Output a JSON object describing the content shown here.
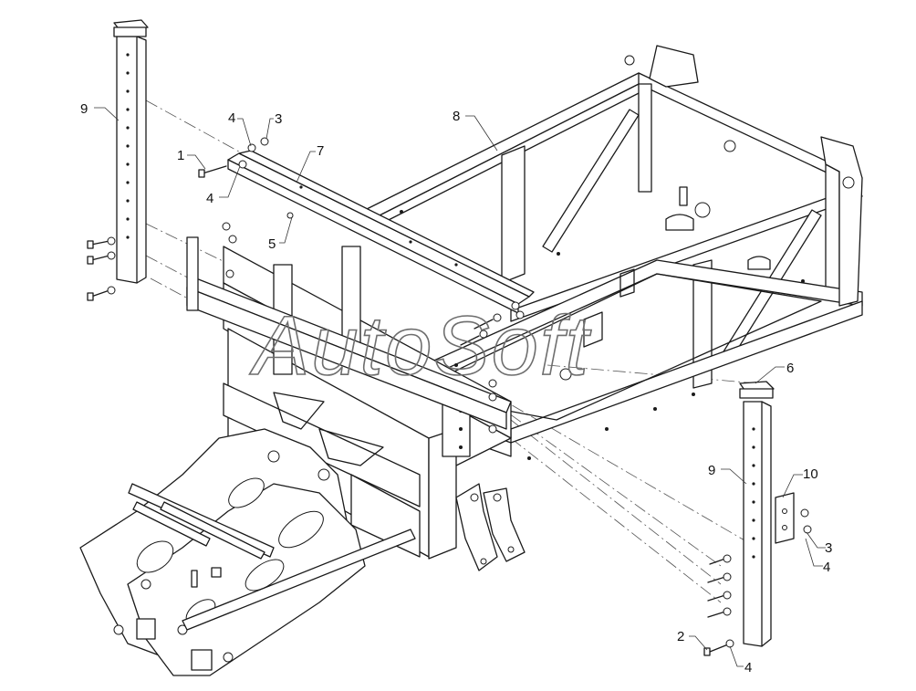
{
  "watermark": "AutoSoft",
  "callouts": [
    {
      "id": "c1",
      "label": "1"
    },
    {
      "id": "c2",
      "label": "2"
    },
    {
      "id": "c3a",
      "label": "3"
    },
    {
      "id": "c3b",
      "label": "3"
    },
    {
      "id": "c4a",
      "label": "4"
    },
    {
      "id": "c4b",
      "label": "4"
    },
    {
      "id": "c4c",
      "label": "4"
    },
    {
      "id": "c4d",
      "label": "4"
    },
    {
      "id": "c5",
      "label": "5"
    },
    {
      "id": "c6",
      "label": "6"
    },
    {
      "id": "c7",
      "label": "7"
    },
    {
      "id": "c8",
      "label": "8"
    },
    {
      "id": "c9a",
      "label": "9"
    },
    {
      "id": "c9b",
      "label": "9"
    },
    {
      "id": "c10",
      "label": "10"
    }
  ]
}
